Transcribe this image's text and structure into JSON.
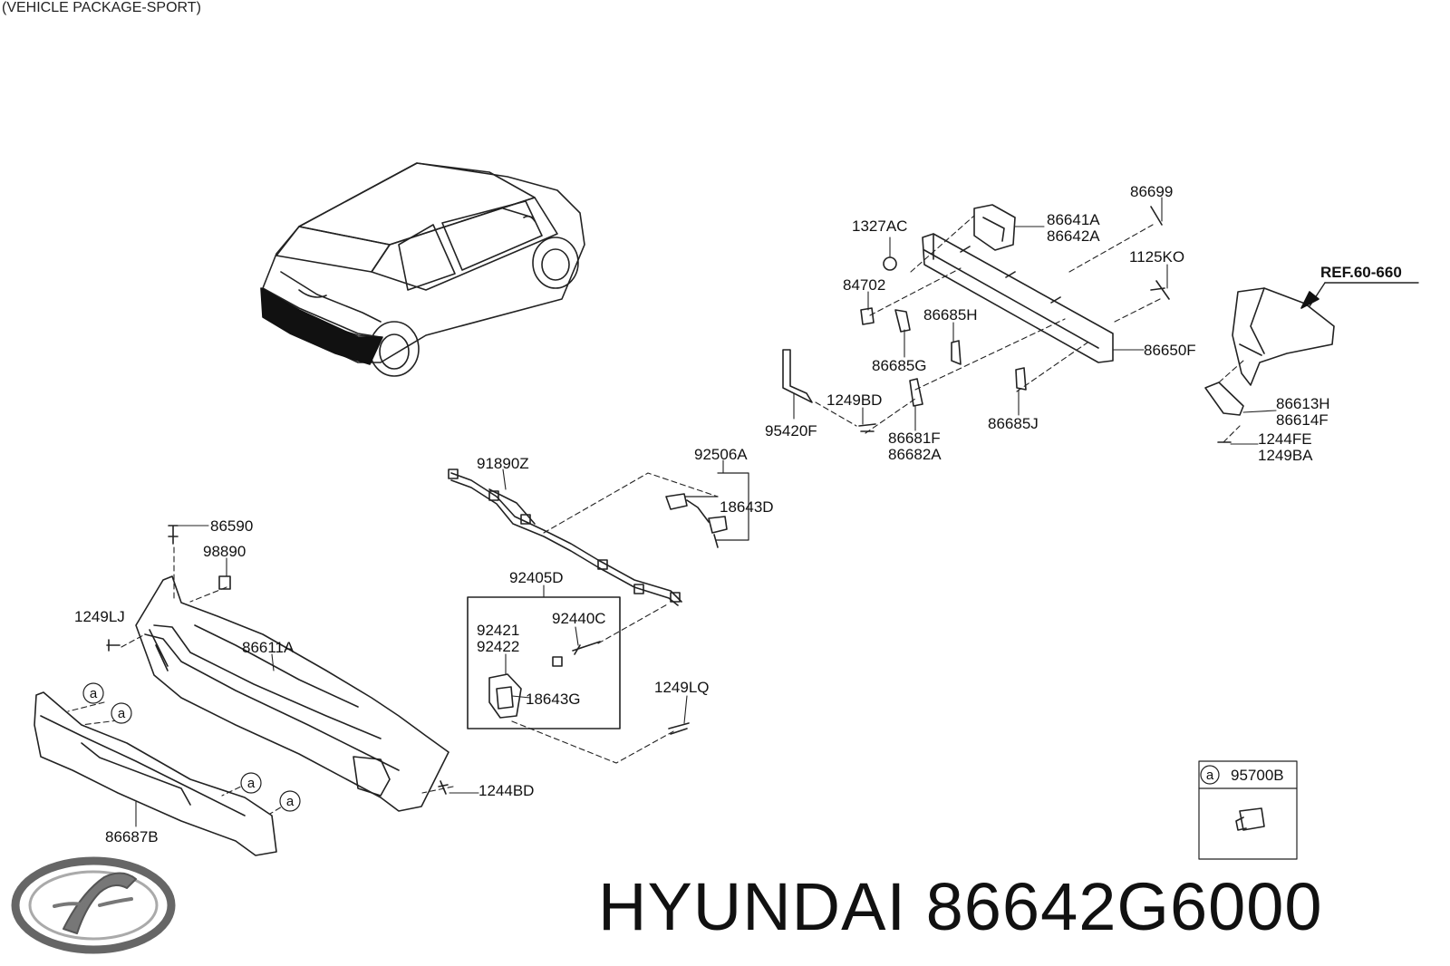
{
  "header": {
    "variant": "(VEHICLE PACKAGE-SPORT)"
  },
  "footer": {
    "brand": "HYUNDAI",
    "part_number": "86642G6000"
  },
  "ref_label": "REF.60-660",
  "legend": {
    "symbol": "a",
    "part": "95700B"
  },
  "callouts": {
    "c86699": "86699",
    "c1327AC": "1327AC",
    "c86641A": "86641A",
    "c86642A": "86642A",
    "c1125KO": "1125KO",
    "c84702": "84702",
    "c86685H": "86685H",
    "c86685G": "86685G",
    "c86650F": "86650F",
    "c1249BD": "1249BD",
    "c95420F": "95420F",
    "c86681F": "86681F",
    "c86682A": "86682A",
    "c86685J": "86685J",
    "c86613H": "86613H",
    "c86614F": "86614F",
    "c1244FE": "1244FE",
    "c1249BA": "1249BA",
    "c91890Z": "91890Z",
    "c92506A": "92506A",
    "c18643D": "18643D",
    "c86590": "86590",
    "c98890": "98890",
    "c92405D": "92405D",
    "c1249LJ": "1249LJ",
    "c92421": "92421",
    "c92422": "92422",
    "c92440C": "92440C",
    "c86611A": "86611A",
    "c18643G": "18643G",
    "c1249LQ": "1249LQ",
    "c1244BD": "1244BD",
    "c86687B": "86687B"
  },
  "markers": {
    "a1": "a",
    "a2": "a",
    "a3": "a",
    "a4": "a"
  }
}
